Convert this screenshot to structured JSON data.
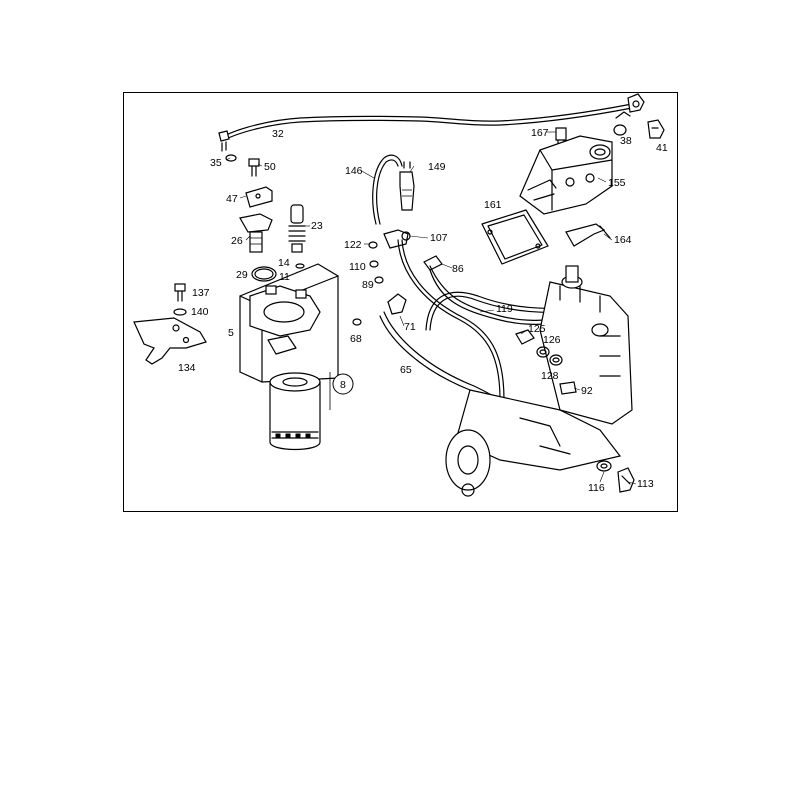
{
  "callouts": [
    {
      "id": "c32",
      "label": "32"
    },
    {
      "id": "c167",
      "label": "167"
    },
    {
      "id": "c38",
      "label": "38"
    },
    {
      "id": "c41",
      "label": "41"
    },
    {
      "id": "c35",
      "label": "35"
    },
    {
      "id": "c50",
      "label": "50"
    },
    {
      "id": "c146",
      "label": "146"
    },
    {
      "id": "c149",
      "label": "149"
    },
    {
      "id": "c155",
      "label": "155"
    },
    {
      "id": "c47",
      "label": "47"
    },
    {
      "id": "c161",
      "label": "161"
    },
    {
      "id": "c23",
      "label": "23"
    },
    {
      "id": "c26",
      "label": "26"
    },
    {
      "id": "c122",
      "label": "122"
    },
    {
      "id": "c107",
      "label": "107"
    },
    {
      "id": "c164",
      "label": "164"
    },
    {
      "id": "c14",
      "label": "14"
    },
    {
      "id": "c110",
      "label": "110"
    },
    {
      "id": "c86",
      "label": "86"
    },
    {
      "id": "c29",
      "label": "29"
    },
    {
      "id": "c11",
      "label": "11"
    },
    {
      "id": "c89",
      "label": "89"
    },
    {
      "id": "c137",
      "label": "137"
    },
    {
      "id": "c119",
      "label": "119"
    },
    {
      "id": "c140",
      "label": "140"
    },
    {
      "id": "c71",
      "label": "71"
    },
    {
      "id": "c125",
      "label": "125"
    },
    {
      "id": "c5",
      "label": "5"
    },
    {
      "id": "c68",
      "label": "68"
    },
    {
      "id": "c126",
      "label": "126"
    },
    {
      "id": "c134",
      "label": "134"
    },
    {
      "id": "c65",
      "label": "65"
    },
    {
      "id": "c128",
      "label": "128"
    },
    {
      "id": "c8",
      "label": "8"
    },
    {
      "id": "c92",
      "label": "92"
    },
    {
      "id": "c116",
      "label": "116"
    },
    {
      "id": "c113",
      "label": "113"
    }
  ]
}
